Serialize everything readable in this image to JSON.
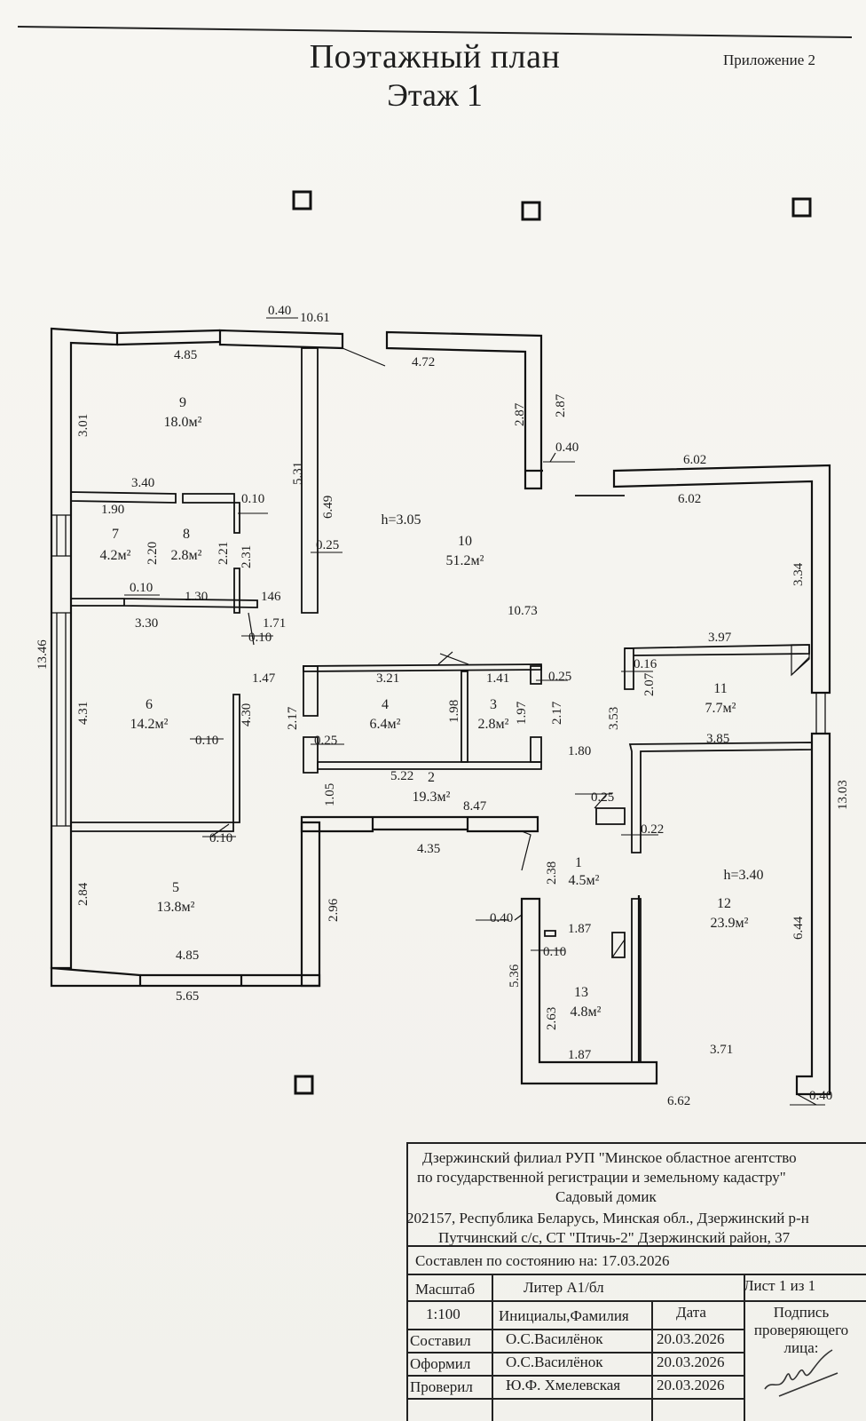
{
  "header": {
    "title": "Поэтажный план",
    "floor": "Этаж 1",
    "appendix": "Приложение 2"
  },
  "plan": {
    "heights": [
      "h=3.05",
      "h=3.40"
    ],
    "rooms": [
      {
        "number": "1",
        "area": "4.5м²"
      },
      {
        "number": "2",
        "area": "19.3м²"
      },
      {
        "number": "3",
        "area": "2.8м²"
      },
      {
        "number": "4",
        "area": "6.4м²"
      },
      {
        "number": "5",
        "area": "13.8м²"
      },
      {
        "number": "6",
        "area": "14.2м²"
      },
      {
        "number": "7",
        "area": "4.2м²"
      },
      {
        "number": "8",
        "area": "2.8м²"
      },
      {
        "number": "9",
        "area": "18.0м²"
      },
      {
        "number": "10",
        "area": "51.2м²"
      },
      {
        "number": "11",
        "area": "7.7м²"
      },
      {
        "number": "12",
        "area": "23.9м²"
      },
      {
        "number": "13",
        "area": "4.8м²"
      }
    ],
    "dimensions": [
      "0.40",
      "10.61",
      "4.85",
      "4.72",
      "2.87",
      "2.87",
      "0.40",
      "6.02",
      "6.02",
      "3.01",
      "3.40",
      "1.90",
      "0.10",
      "2.20",
      "2.21",
      "2.31",
      "5.31",
      "6.49",
      "0.25",
      "3.34",
      "0.10",
      "1.30",
      "146",
      "3.30",
      "1.71",
      "0.10",
      "10.73",
      "13.46",
      "3.97",
      "0.16",
      "1.47",
      "3.21",
      "1.41",
      "0.25",
      "2.07",
      "4.31",
      "4.30",
      "2.17",
      "1.98",
      "1.97",
      "2.17",
      "3.53",
      "0.10",
      "0.25",
      "3.85",
      "1.80",
      "5.22",
      "1.05",
      "8.47",
      "0.25",
      "0.22",
      "13.03",
      "0.10",
      "4.35",
      "2.84",
      "2.96",
      "2.38",
      "0.40",
      "1.87",
      "6.44",
      "0.10",
      "4.85",
      "5.36",
      "2.63",
      "5.65",
      "1.87",
      "3.71",
      "0.40",
      "6.62"
    ]
  },
  "stamp": {
    "org_line1": "Дзержинский филиал РУП \"Минское областное агентство",
    "org_line2": "по государственной регистрации и земельному кадастру\"",
    "object": "Садовый домик",
    "addr_line1": "202157, Республика Беларусь, Минская обл., Дзержинский р-н",
    "addr_line2": "Путчинский с/с, СТ \"Птичь-2\" Дзержинский район, 37",
    "state_date": "Составлен по состоянию на: 17.03.2026",
    "scale_label": "Масштаб",
    "scale_value": "1:100",
    "liter": "Литер  А1/бл",
    "sheet": "Лист 1    из 1",
    "col_initials": "Инициалы,Фамилия",
    "col_date": "Дата",
    "col_sign": "Подпись проверяющего лица:",
    "rows": [
      {
        "role": "Составил",
        "name": "О.С.Василёнок",
        "date": "20.03.2026"
      },
      {
        "role": "Оформил",
        "name": "О.С.Василёнок",
        "date": "20.03.2026"
      },
      {
        "role": "Проверил",
        "name": "Ю.Ф. Хмелевская",
        "date": "20.03.2026"
      }
    ]
  }
}
